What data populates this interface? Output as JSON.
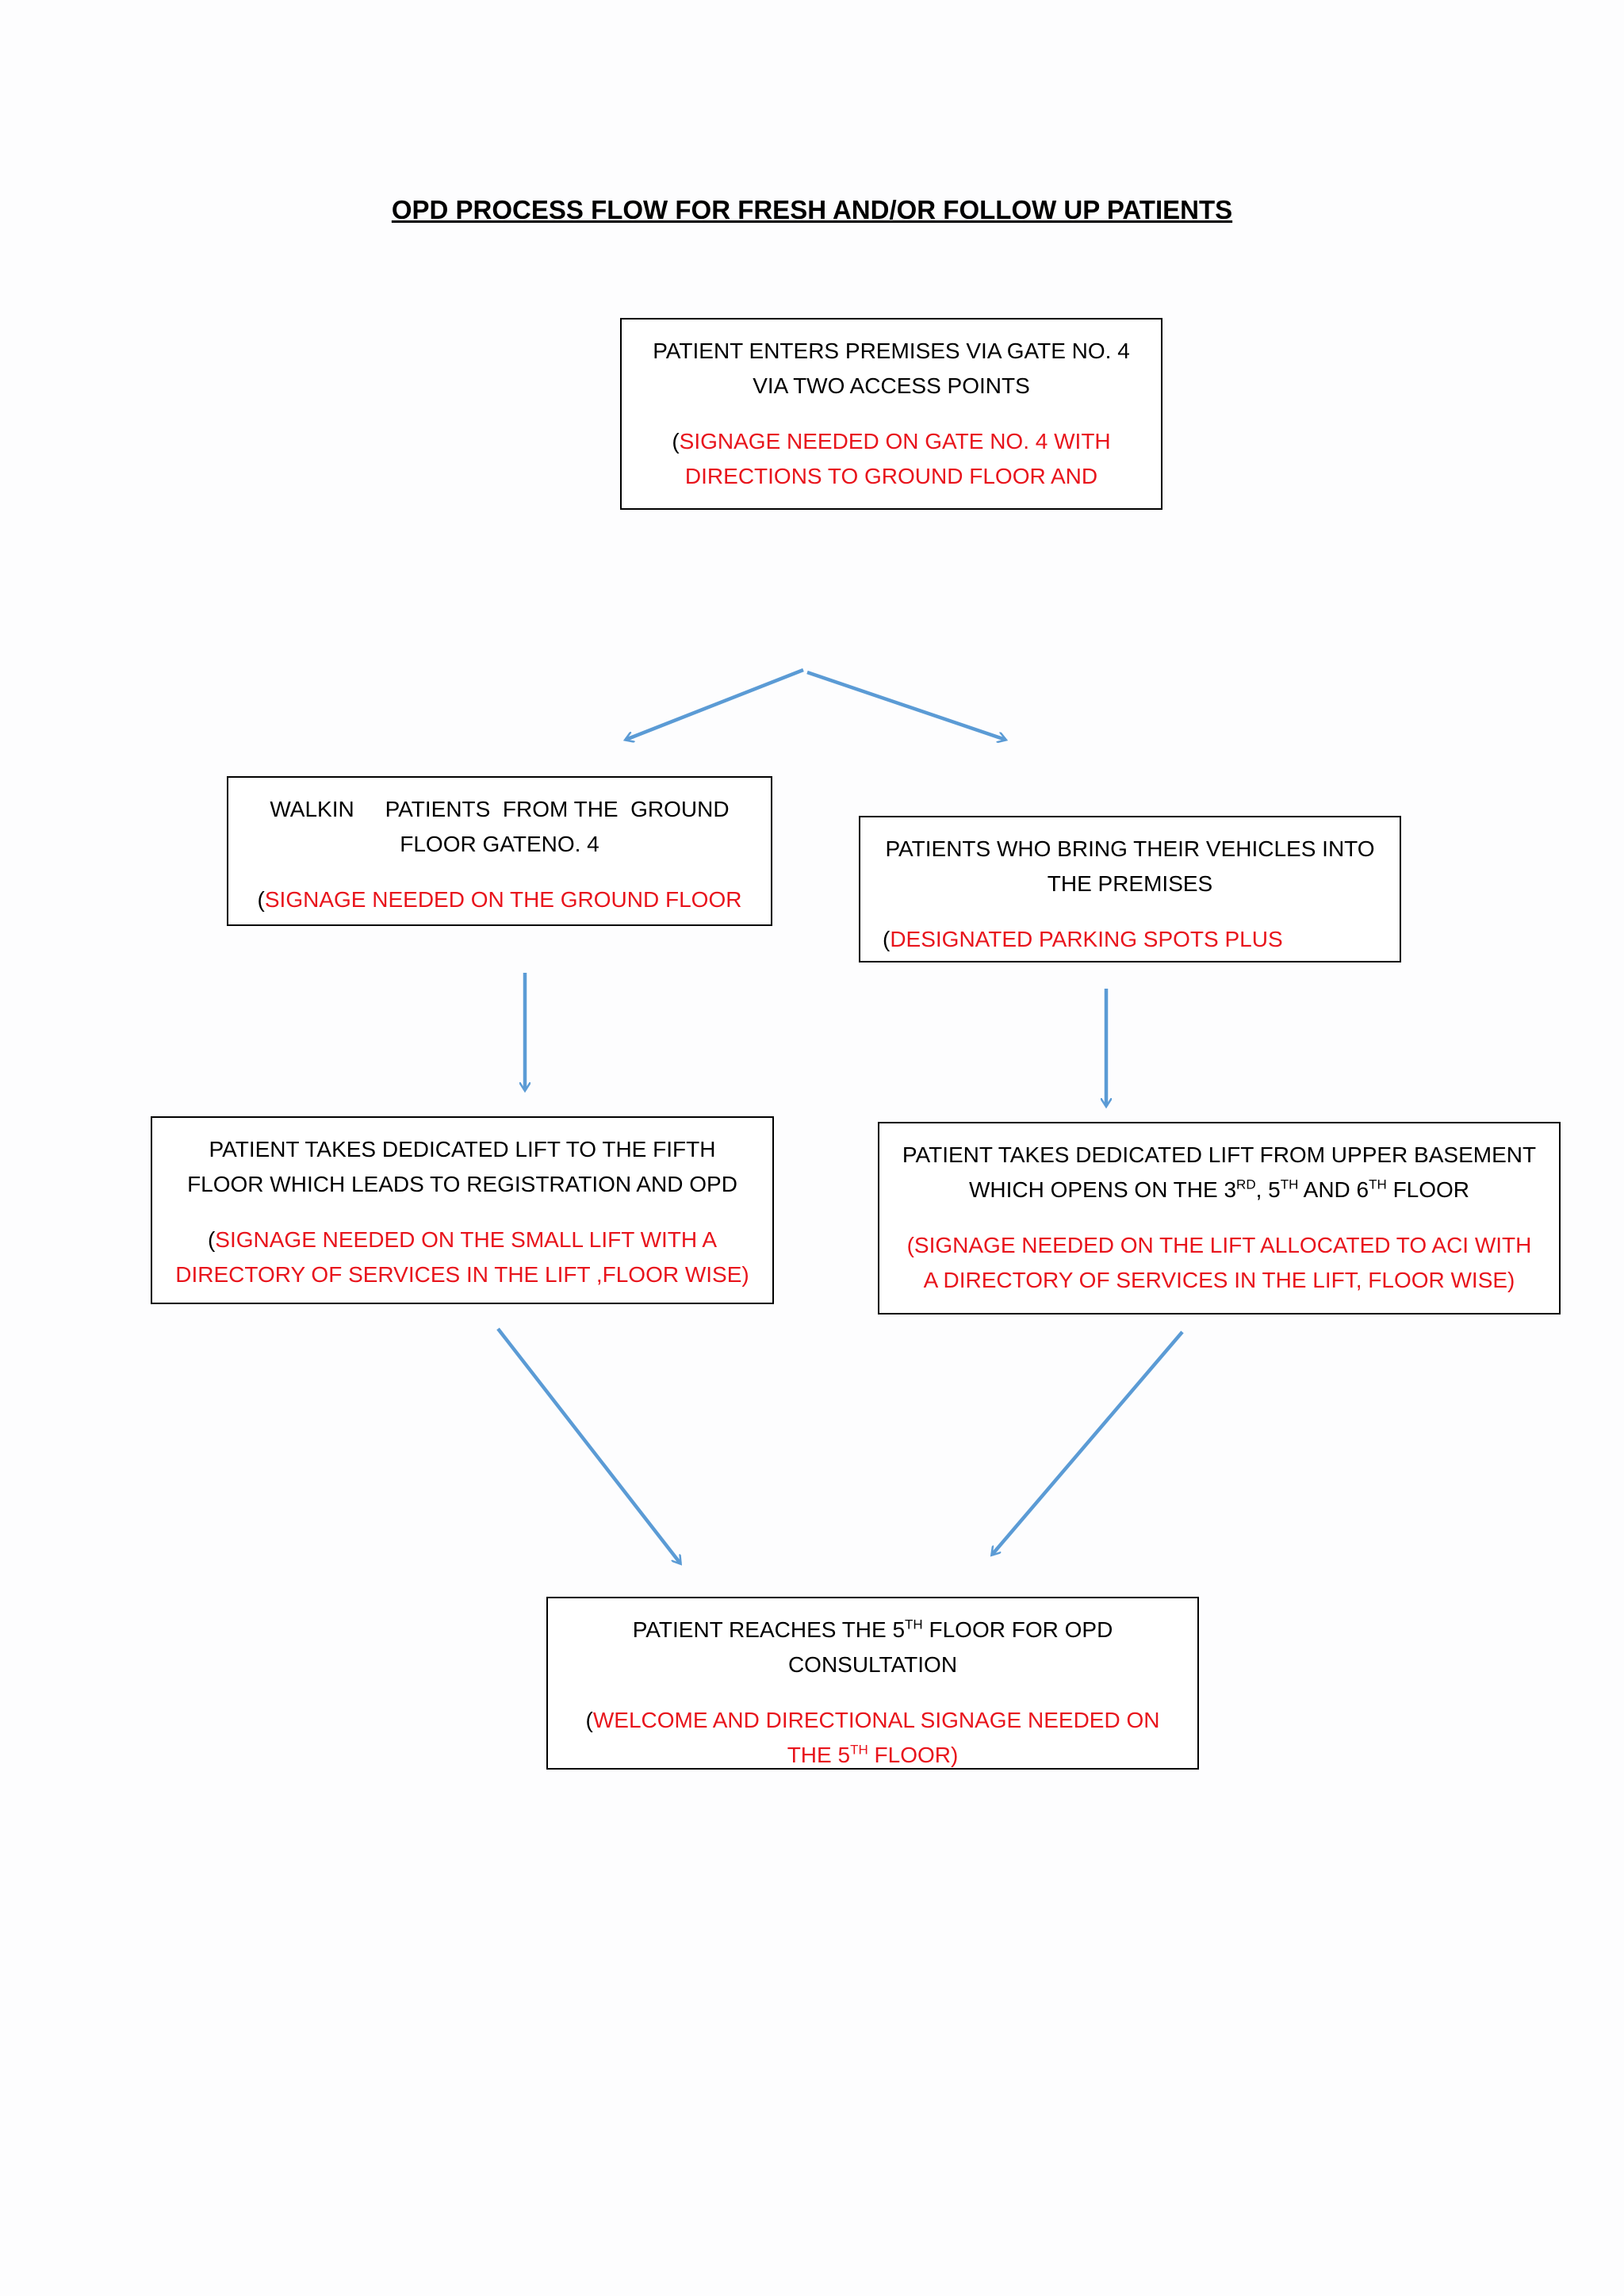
{
  "title": "OPD PROCESS  FLOW FOR FRESH  AND/OR  FOLLOW UP  PATIENTS",
  "arrow_color": "#5b9bd5",
  "note_color": "#e8141c",
  "boxes": {
    "entry": {
      "text": [
        "PATIENT  ENTERS  PREMISES VIA GATE  NO. 4",
        "VIA TWO ACCESS  POINTS"
      ],
      "note_open": "(",
      "note": [
        "SIGNAGE  NEEDED  ON GATE  NO. 4 WITH",
        "DIRECTIONS TO GROUND  FLOOR AND"
      ]
    },
    "walkin": {
      "text": [
        "WALKIN     PATIENTS  FROM THE  GROUND",
        "FLOOR GATENO.  4"
      ],
      "note_open": "(",
      "note": [
        "SIGNAGE  NEEDED  ON THE  GROUND  FLOOR"
      ]
    },
    "vehicles": {
      "text": [
        "PATIENTS  WHO BRING THEIR VEHICLES  INTO",
        "THE PREMISES"
      ],
      "note_open": "(",
      "note": [
        "DESIGNATED  PARKING SPOTS PLUS"
      ]
    },
    "lift_fifth": {
      "text": [
        "PATIENT  TAKES  DEDICATED  LIFT TO THE  FIFTH",
        "FLOOR WHICH LEADS  TO REGISTRATION  AND OPD"
      ],
      "note_open": "(",
      "note": [
        "SIGNAGE  NEEDED  ON THE  SMALL  LIFT WITH A",
        "DIRECTORY  OF SERVICES IN THE LIFT ,FLOOR WISE)"
      ]
    },
    "lift_basement": {
      "text1": "PATIENT  TAKES  DEDICATED  LIFT FROM UPPER BASEMENT",
      "text2_a": "WHICH OPENS ON THE  3",
      "sup_rd": "RD",
      "text2_b": ", 5",
      "sup_th1": "TH",
      "text2_c": " AND 6",
      "sup_th2": "TH",
      "text2_d": " FLOOR",
      "note": [
        "(SIGNAGE  NEEDED  ON THE  LIFT ALLOCATED  TO ACI  WITH",
        "A DIRECTORY OF SERVICES  IN THE LIFT, FLOOR WISE)"
      ]
    },
    "reaches": {
      "text1_a": "PATIENT  REACHES  THE 5",
      "sup_th": "TH",
      "text1_b": " FLOOR FOR OPD",
      "text2": "CONSULTATION",
      "note_open": "(",
      "note1": "WELCOME  AND  DIRECTIONAL  SIGNAGE  NEEDED  ON",
      "note2_a": "THE  5",
      "note2_sup": "TH",
      "note2_b": " FLOOR)"
    }
  }
}
